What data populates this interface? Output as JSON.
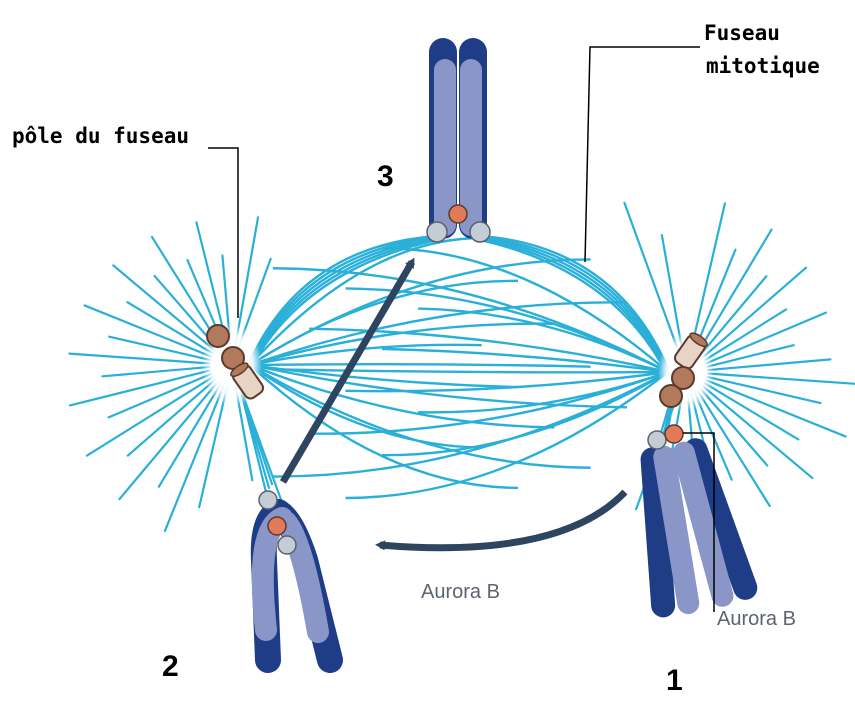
{
  "labels": {
    "spindle_pole": "pôle du fuseau",
    "mitotic_spindle_line1": "Fuseau",
    "mitotic_spindle_line2": "mitotique",
    "aurora_b_arrow": "Aurora B",
    "aurora_b_kinetochore": "Aurora B",
    "step_1": "1",
    "step_2": "2",
    "step_3": "3"
  },
  "colors": {
    "microtubule": "#2ab0d8",
    "chromatid_light": "#8a96c8",
    "chromatid_dark": "#1e3d86",
    "arrow": "#2d4560",
    "kinetochore_orange": "#e07a58",
    "kinetochore_grey": "#c4ccd4",
    "centriole_brown": "#b27a5c",
    "aurora_text": "#5c6470"
  },
  "icons": {
    "centrosome": "centriole-pair",
    "arrow": "curved-arrow"
  }
}
